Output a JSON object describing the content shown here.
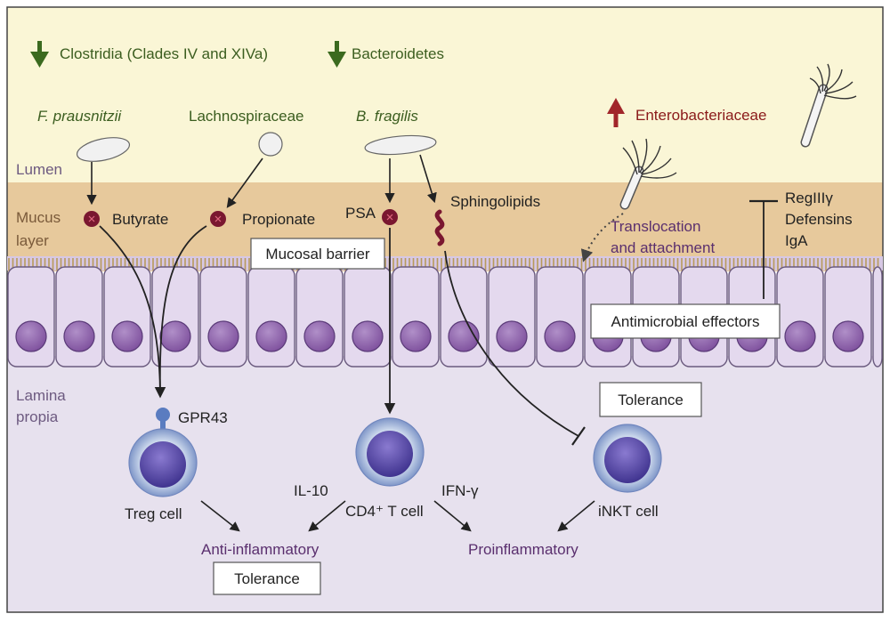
{
  "header": {
    "decrease_1": "Clostridia (Clades IV and XIVa)",
    "decrease_2": "Bacteroidetes",
    "increase": "Enterobacteriaceae"
  },
  "zones": {
    "lumen": "Lumen",
    "mucus_1": "Mucus",
    "mucus_2": "layer",
    "lamina_1": "Lamina",
    "lamina_2": "propia"
  },
  "bacteria": {
    "f_prausnitzii": "F. prausnitzii",
    "lachnospiraceae": "Lachnospiraceae",
    "b_fragilis": "B. fragilis"
  },
  "metabolites": {
    "butyrate": "Butyrate",
    "propionate": "Propionate",
    "psa": "PSA",
    "sphingolipids": "Sphingolipids"
  },
  "translocation": {
    "line1": "Translocation",
    "line2": "and attachment"
  },
  "effectors": {
    "reg": "RegIIIγ",
    "defensins": "Defensins",
    "iga": "IgA"
  },
  "boxes": {
    "mucosal_barrier": "Mucosal barrier",
    "antimicrobial": "Antimicrobial effectors",
    "tolerance_top": "Tolerance",
    "tolerance_bottom": "Tolerance"
  },
  "cells": {
    "gpr43": "GPR43",
    "treg": "Treg cell",
    "cd4": "CD4⁺ T cell",
    "inkt": "iNKT cell"
  },
  "cytokines": {
    "il10": "IL-10",
    "ifng": "IFN-γ"
  },
  "outcomes": {
    "anti_inflammatory": "Anti-inflammatory",
    "proinflammatory": "Proinflammatory"
  },
  "colors": {
    "lumen_bg": "#faf6d6",
    "mucus_bg": "#e7c99c",
    "lamina_bg": "#e7e1ee",
    "cell_fill": "#e4d9ee",
    "nucleus": "#9b72b5",
    "down_arrow": "#3b6a1f",
    "up_arrow": "#a1262a"
  }
}
